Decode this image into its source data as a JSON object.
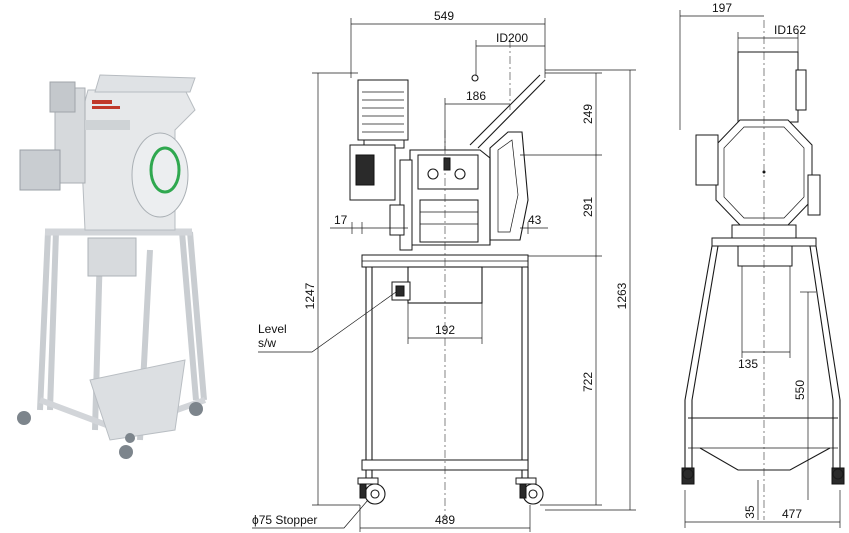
{
  "labels": {
    "level_sw_line1": "Level",
    "level_sw_line2": "s/w",
    "stopper": "ϕ75 Stopper"
  },
  "front_view_dimensions": {
    "overall_width": "549",
    "inlet_id": "ID200",
    "inlet_offset": "186",
    "motor_height": "249",
    "body_height": "291",
    "left_offset": "17",
    "right_offset": "43",
    "level_offset": "1247",
    "overall_height": "1263",
    "outlet_width": "192",
    "stand_height": "722",
    "caster_span": "489"
  },
  "side_view_dimensions": {
    "top_offset": "197",
    "inlet_id": "ID162",
    "outlet_width": "135",
    "outlet_height": "550",
    "base_offset": "35",
    "base_width": "477"
  },
  "colors": {
    "line": "#1a1a1a",
    "photo_background": "#eef0f2",
    "machine_body": "#e6e8ea",
    "accent_green": "#2fa84f"
  }
}
